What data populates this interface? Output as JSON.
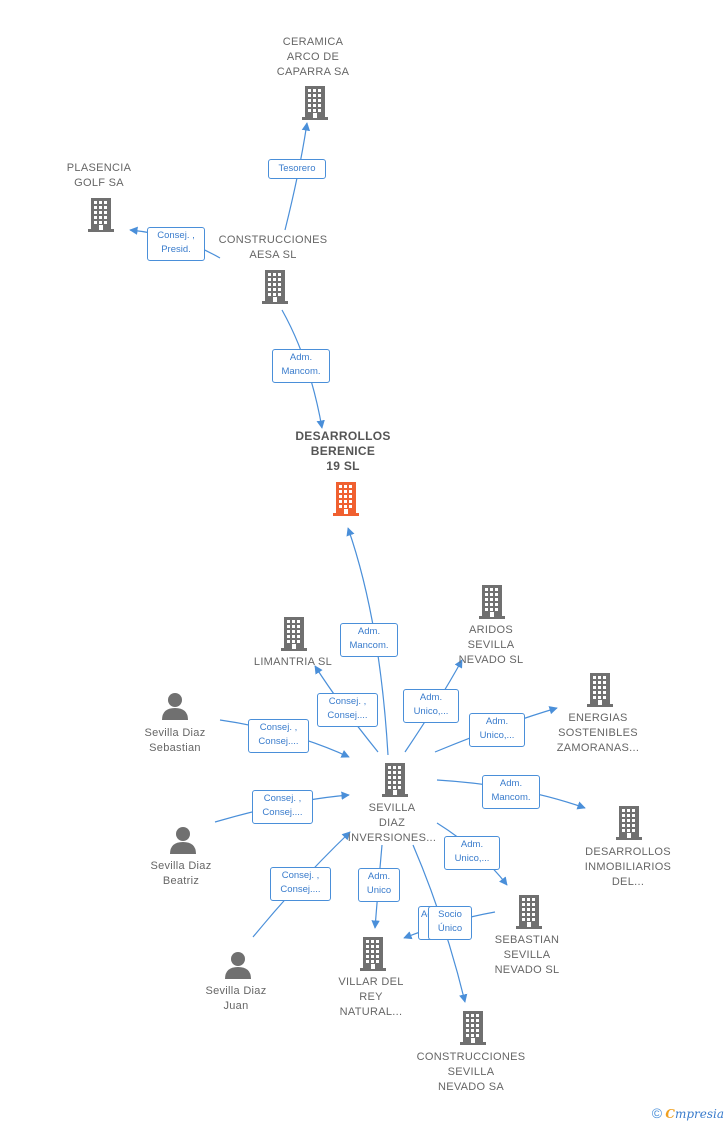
{
  "colors": {
    "edge": "#4a8fd9",
    "building": "#707070",
    "main_building": "#f06030",
    "person": "#707070"
  },
  "nodes": {
    "ceramica": "CERAMICA\nARCO DE\nCAPARRA SA",
    "plasencia": "PLASENCIA\nGOLF SA",
    "construcciones_aesa": "CONSTRUCCIONES\nAESA SL",
    "desarrollos_berenice": "DESARROLLOS\nBERENICE\n19  SL",
    "limantria": "LIMANTRIA  SL",
    "aridos": "ARIDOS\nSEVILLA\nNEVADO SL",
    "energias": "ENERGIAS\nSOSTENIBLES\nZAMORANAS...",
    "sevilla_diaz_sebastian": "Sevilla Diaz\nSebastian",
    "sevilla_diaz_inversiones": "SEVILLA\nDIAZ\nINVERSIONES...",
    "desarrollos_inmobiliarios": "DESARROLLOS\nINMOBILIARIOS\nDEL...",
    "sevilla_diaz_beatriz": "Sevilla Diaz\nBeatriz",
    "sebastian_sevilla": "SEBASTIAN\nSEVILLA\nNEVADO SL",
    "villar": "VILLAR DEL\nREY\nNATURAL...",
    "sevilla_diaz_juan": "Sevilla Diaz\nJuan",
    "construcciones_sevilla": "CONSTRUCCIONES\nSEVILLA\nNEVADO SA"
  },
  "edges": {
    "tesorero": "Tesorero",
    "consej_presid": "Consej. ,\nPresid.",
    "adm_mancom_1": "Adm.\nMancom.",
    "adm_mancom_2": "Adm.\nMancom.",
    "consej_limantria": "Consej. ,\nConsej....",
    "adm_unico_aridos": "Adm.\nUnico,...",
    "adm_unico_energias": "Adm.\nUnico,...",
    "consej_sebastian": "Consej. ,\nConsej....",
    "adm_mancom_desarrollos": "Adm.\nMancom.",
    "consej_beatriz": "Consej. ,\nConsej....",
    "adm_unico_sebastian_sl": "Adm.\nUnico,...",
    "adm_unico_villar": "Adm.\nUnico",
    "adm_behind": "Adm.",
    "socio_unico": "Socio\nÚnico",
    "consej_juan": "Consej. ,\nConsej...."
  },
  "footer": {
    "copyright": "©",
    "brand_first": "C",
    "brand_rest": "mpresia"
  }
}
